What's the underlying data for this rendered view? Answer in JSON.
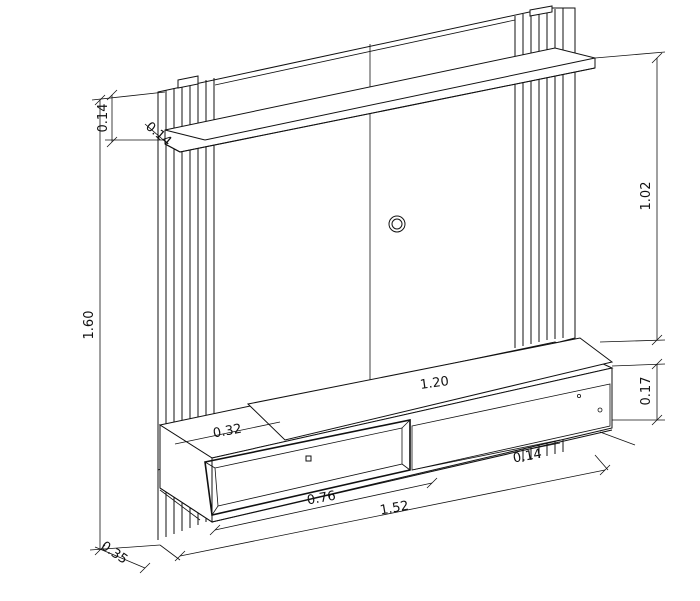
{
  "dimensions": {
    "total_height": "1.60",
    "shelf_thickness": "0.14",
    "shelf_depth": "0.14",
    "upper_height": "1.02",
    "rack_height": "0.17",
    "panel_width": "1.20",
    "rack_depth": "0.32",
    "niche_depth": "0.14",
    "drawer_width": "0.76",
    "total_width": "1.52",
    "base_depth": "0.35"
  }
}
